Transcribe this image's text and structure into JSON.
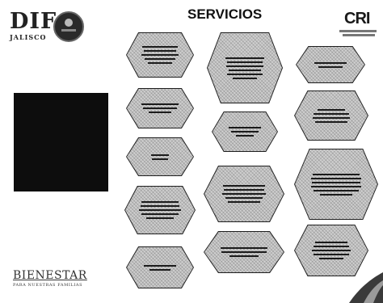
{
  "header": {
    "title": "SERVICIOS",
    "dif_logo_main": "DIF",
    "dif_logo_sub": "JALISCO",
    "cri_logo": "CRI"
  },
  "footer": {
    "bienestar_main": "BIENESTAR",
    "bienestar_sub": "PARA NUESTRAS FAMILIAS"
  },
  "services": [
    {
      "id": "s1",
      "lines": 5
    },
    {
      "id": "s2",
      "lines": 3
    },
    {
      "id": "s3",
      "lines": 2
    },
    {
      "id": "s4",
      "lines": 5
    },
    {
      "id": "s5",
      "lines": 2
    },
    {
      "id": "s6",
      "lines": 6
    },
    {
      "id": "s7",
      "lines": 3
    },
    {
      "id": "s8",
      "lines": 5
    },
    {
      "id": "s9",
      "lines": 3
    },
    {
      "id": "s10",
      "lines": 2
    },
    {
      "id": "s11",
      "lines": 4
    },
    {
      "id": "s12",
      "lines": 6
    },
    {
      "id": "s13",
      "lines": 5
    }
  ]
}
